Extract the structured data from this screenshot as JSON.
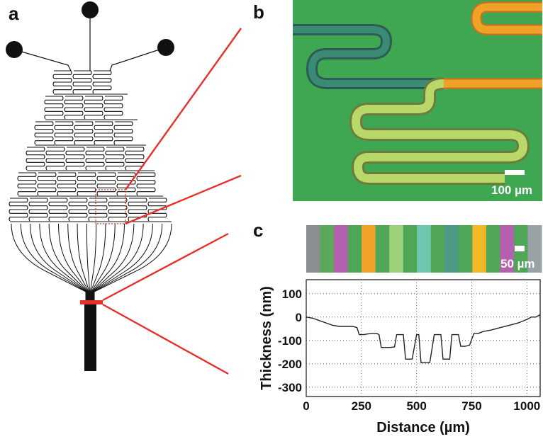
{
  "panels": {
    "a": {
      "label": "a"
    },
    "b": {
      "label": "b",
      "scale_bar": "100 µm"
    },
    "c": {
      "label": "c",
      "scale_bar": "50 µm"
    }
  },
  "colors": {
    "device_ink": "#111111",
    "callout_red": "#e8302a",
    "substrate_green": "#3fa651",
    "film_orange": "#f0a227",
    "film_teal": "#2e7a66",
    "film_light": "#b9d86a"
  },
  "stripes": [
    {
      "name": "gray",
      "color": "#8a8e93"
    },
    {
      "name": "green",
      "color": "#5ba85a"
    },
    {
      "name": "magenta",
      "color": "#b45fb0"
    },
    {
      "name": "green",
      "color": "#4fa657"
    },
    {
      "name": "orange",
      "color": "#f0a227"
    },
    {
      "name": "green",
      "color": "#4fa657"
    },
    {
      "name": "light-green",
      "color": "#9dd07a"
    },
    {
      "name": "green",
      "color": "#4fa657"
    },
    {
      "name": "aqua",
      "color": "#6fc7b0"
    },
    {
      "name": "green",
      "color": "#4fa657"
    },
    {
      "name": "teal",
      "color": "#4a9a86"
    },
    {
      "name": "green",
      "color": "#4fa657"
    },
    {
      "name": "gold",
      "color": "#f2b82a"
    },
    {
      "name": "green",
      "color": "#4fa657"
    },
    {
      "name": "magenta",
      "color": "#b45fb0"
    },
    {
      "name": "green",
      "color": "#4fa657"
    },
    {
      "name": "gray",
      "color": "#9aa2a8"
    }
  ],
  "chart_data": {
    "type": "line",
    "xlabel": "Distance (µm)",
    "ylabel": "Thickness (nm)",
    "xlim": [
      0,
      1060
    ],
    "ylim": [
      -340,
      160
    ],
    "xticks": [
      0,
      250,
      500,
      750,
      1000
    ],
    "yticks": [
      100,
      0,
      -100,
      -200,
      -300
    ],
    "grid": true,
    "series": [
      {
        "x": [
          0,
          30,
          60,
          90,
          120,
          150,
          180,
          210,
          230,
          240,
          260,
          280,
          300,
          320,
          330,
          340,
          360,
          380,
          400,
          410,
          420,
          440,
          450,
          460,
          480,
          500,
          510,
          520,
          540,
          560,
          580,
          600,
          610,
          620,
          640,
          650,
          660,
          680,
          690,
          700,
          720,
          740,
          760,
          780,
          800,
          840,
          880,
          920,
          960,
          1000,
          1020,
          1040,
          1050,
          1060
        ],
        "y": [
          0,
          -5,
          -15,
          -25,
          -35,
          -40,
          -40,
          -40,
          -45,
          -75,
          -75,
          -72,
          -70,
          -70,
          -75,
          -130,
          -130,
          -130,
          -128,
          -75,
          -75,
          -75,
          -180,
          -180,
          -180,
          -75,
          -75,
          -195,
          -195,
          -195,
          -75,
          -75,
          -75,
          -180,
          -180,
          -180,
          -75,
          -75,
          -75,
          -125,
          -125,
          -120,
          -70,
          -70,
          -62,
          -55,
          -45,
          -35,
          -25,
          -10,
          0,
          0,
          5,
          10
        ]
      }
    ]
  }
}
